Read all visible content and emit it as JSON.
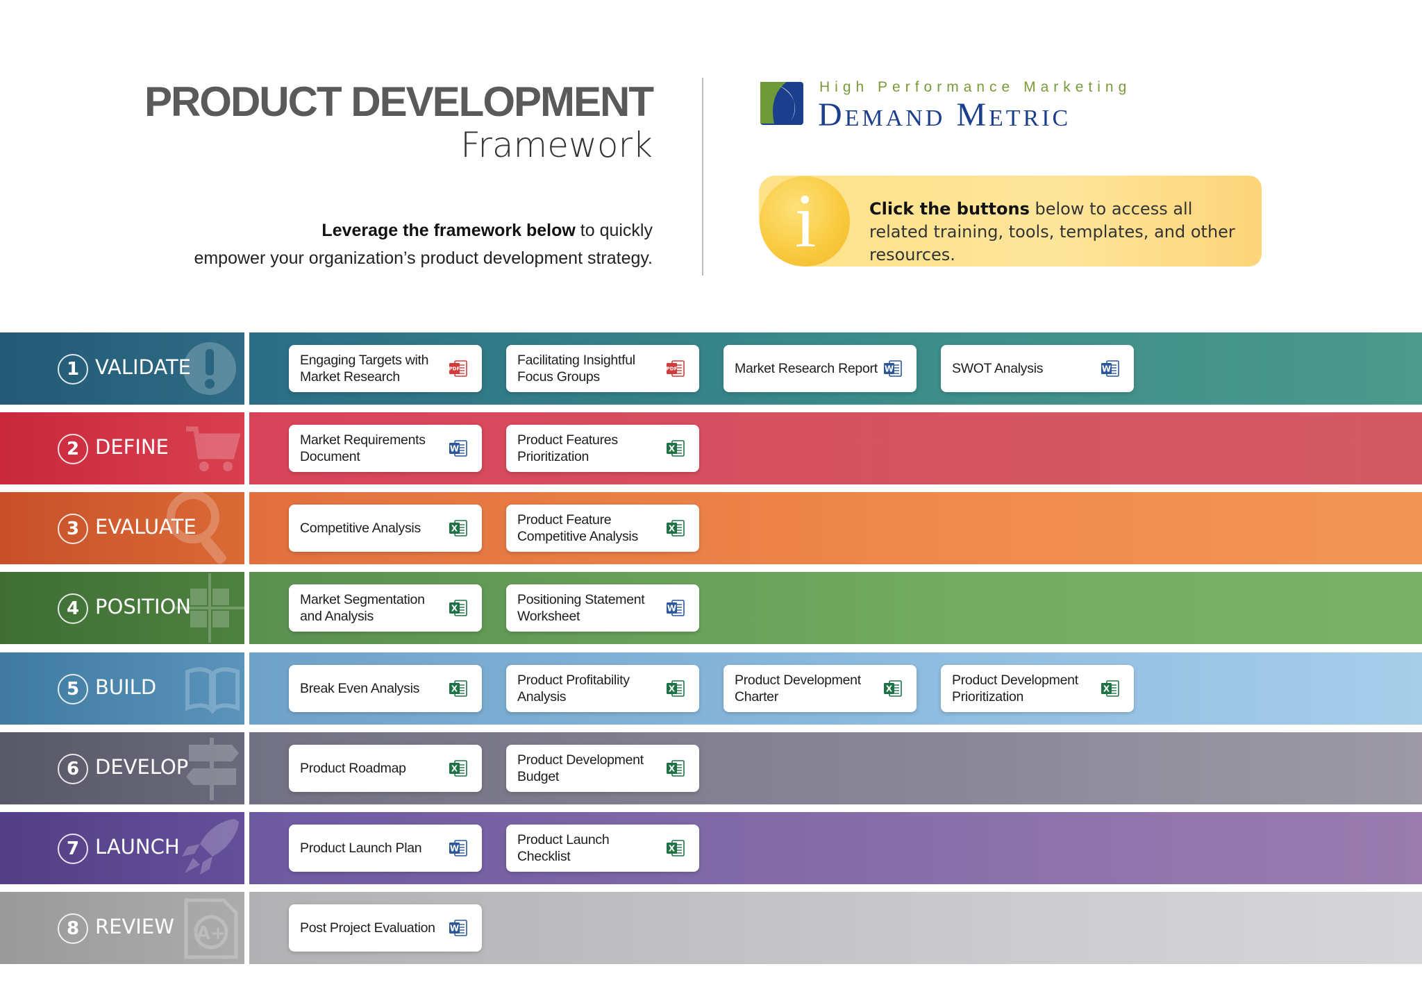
{
  "header": {
    "title": "PRODUCT DEVELOPMENT",
    "subtitle": "Framework",
    "lede_bold": "Leverage the framework below",
    "lede_rest_line1": " to quickly",
    "lede_line2": "empower your organization’s product development strategy."
  },
  "logo": {
    "tagline": "High Performance Marketing",
    "name": "Demand Metric",
    "colors": {
      "green": "#6e9a3a",
      "navy": "#1b3f8c"
    }
  },
  "info": {
    "icon": "info-i",
    "bold": "Click the buttons",
    "rest": " below to access all related training, tools, templates, and other resources."
  },
  "colors": {
    "validate": "#2b6e85",
    "define": "#d8435a",
    "evaluate": "#e2703e",
    "position": "#5b9050",
    "build": "#6fa2c9",
    "develop": "#727183",
    "launch": "#6c5aa0",
    "review": "#b1b1b3",
    "pdf": "#d13b3b",
    "word": "#2b579a",
    "excel": "#1e7145"
  },
  "steps": [
    {
      "number": "1",
      "name": "VALIDATE",
      "icon": "exclamation-icon",
      "resources": [
        {
          "title": "Engaging Targets with Market Research",
          "type": "pdf"
        },
        {
          "title": "Facilitating Insightful Focus Groups",
          "type": "pdf"
        },
        {
          "title": "Market Research Report",
          "type": "word"
        },
        {
          "title": "SWOT Analysis",
          "type": "word"
        }
      ]
    },
    {
      "number": "2",
      "name": "DEFINE",
      "icon": "shopping-cart-icon",
      "resources": [
        {
          "title": "Market Requirements Document",
          "type": "word"
        },
        {
          "title": "Product Features Prioritization",
          "type": "excel"
        }
      ]
    },
    {
      "number": "3",
      "name": "EVALUATE",
      "icon": "magnifier-icon",
      "resources": [
        {
          "title": "Competitive Analysis",
          "type": "excel"
        },
        {
          "title": "Product Feature Competitive Analysis",
          "type": "excel"
        }
      ]
    },
    {
      "number": "4",
      "name": "POSITION",
      "icon": "grid-target-icon",
      "resources": [
        {
          "title": "Market Segmentation and Analysis",
          "type": "excel"
        },
        {
          "title": "Positioning Statement Worksheet",
          "type": "word"
        }
      ]
    },
    {
      "number": "5",
      "name": "BUILD",
      "icon": "open-book-icon",
      "resources": [
        {
          "title": "Break Even Analysis",
          "type": "excel"
        },
        {
          "title": "Product Profitability Analysis",
          "type": "excel"
        },
        {
          "title": "Product Development Charter",
          "type": "excel"
        },
        {
          "title": "Product Development Prioritization",
          "type": "excel"
        }
      ]
    },
    {
      "number": "6",
      "name": "DEVELOP",
      "icon": "signpost-icon",
      "resources": [
        {
          "title": "Product Roadmap",
          "type": "excel"
        },
        {
          "title": "Product Development Budget",
          "type": "excel"
        }
      ]
    },
    {
      "number": "7",
      "name": "LAUNCH",
      "icon": "rocket-icon",
      "resources": [
        {
          "title": "Product Launch Plan",
          "type": "word"
        },
        {
          "title": "Product Launch Checklist",
          "type": "excel"
        }
      ]
    },
    {
      "number": "8",
      "name": "REVIEW",
      "icon": "grade-document-icon",
      "resources": [
        {
          "title": "Post Project Evaluation",
          "type": "word"
        }
      ]
    }
  ]
}
